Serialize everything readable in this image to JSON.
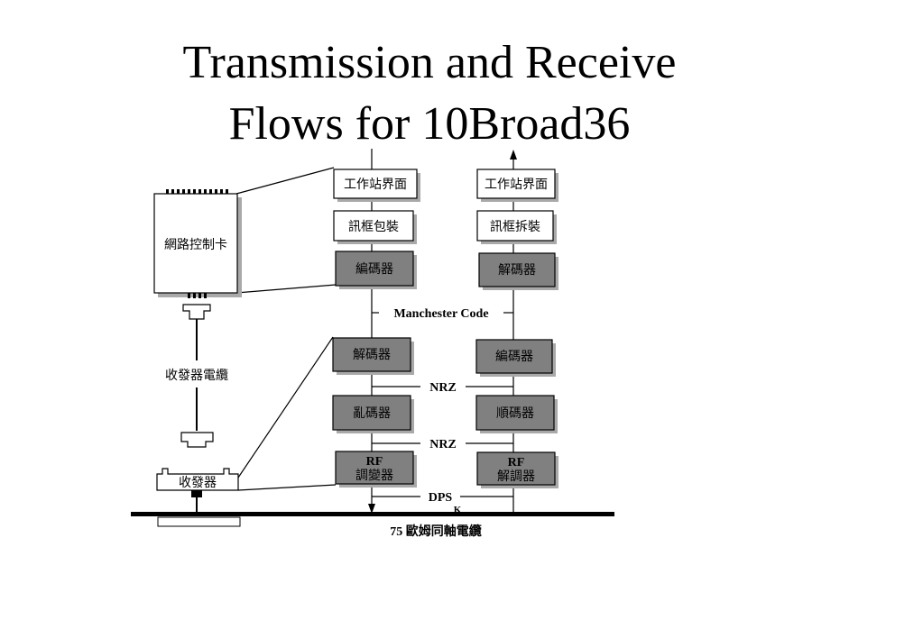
{
  "title": {
    "line1": "Transmission and Receive",
    "line2": "Flows for 10Broad36"
  },
  "nic": {
    "label": "網路控制卡"
  },
  "transceiver_cable": {
    "label": "收發器電纜"
  },
  "transceiver": {
    "label": "收發器"
  },
  "tx_stack": {
    "workstation_interface": "工作站界面",
    "frame_packing": "訊框包裝",
    "encoder": "編碼器",
    "decoder": "解碼器",
    "scrambler": "亂碼器",
    "modulator_line1": "RF",
    "modulator_line2": "調變器"
  },
  "rx_stack": {
    "workstation_interface": "工作站界面",
    "frame_unpacking": "訊框拆裝",
    "decoder": "解碼器",
    "encoder": "編碼器",
    "descrambler": "順碼器",
    "demodulator_line1": "RF",
    "demodulator_line2": "解調器"
  },
  "signals": {
    "manchester": "Manchester Code",
    "nrz_1": "NRZ",
    "nrz_2": "NRZ",
    "dps": "DPS",
    "dps_sub": "K"
  },
  "cable": {
    "label": "75 歐姆同軸電纜"
  },
  "colors": {
    "dark_block": "#808080",
    "shadow": "#a9a9a9",
    "line": "#000000"
  }
}
